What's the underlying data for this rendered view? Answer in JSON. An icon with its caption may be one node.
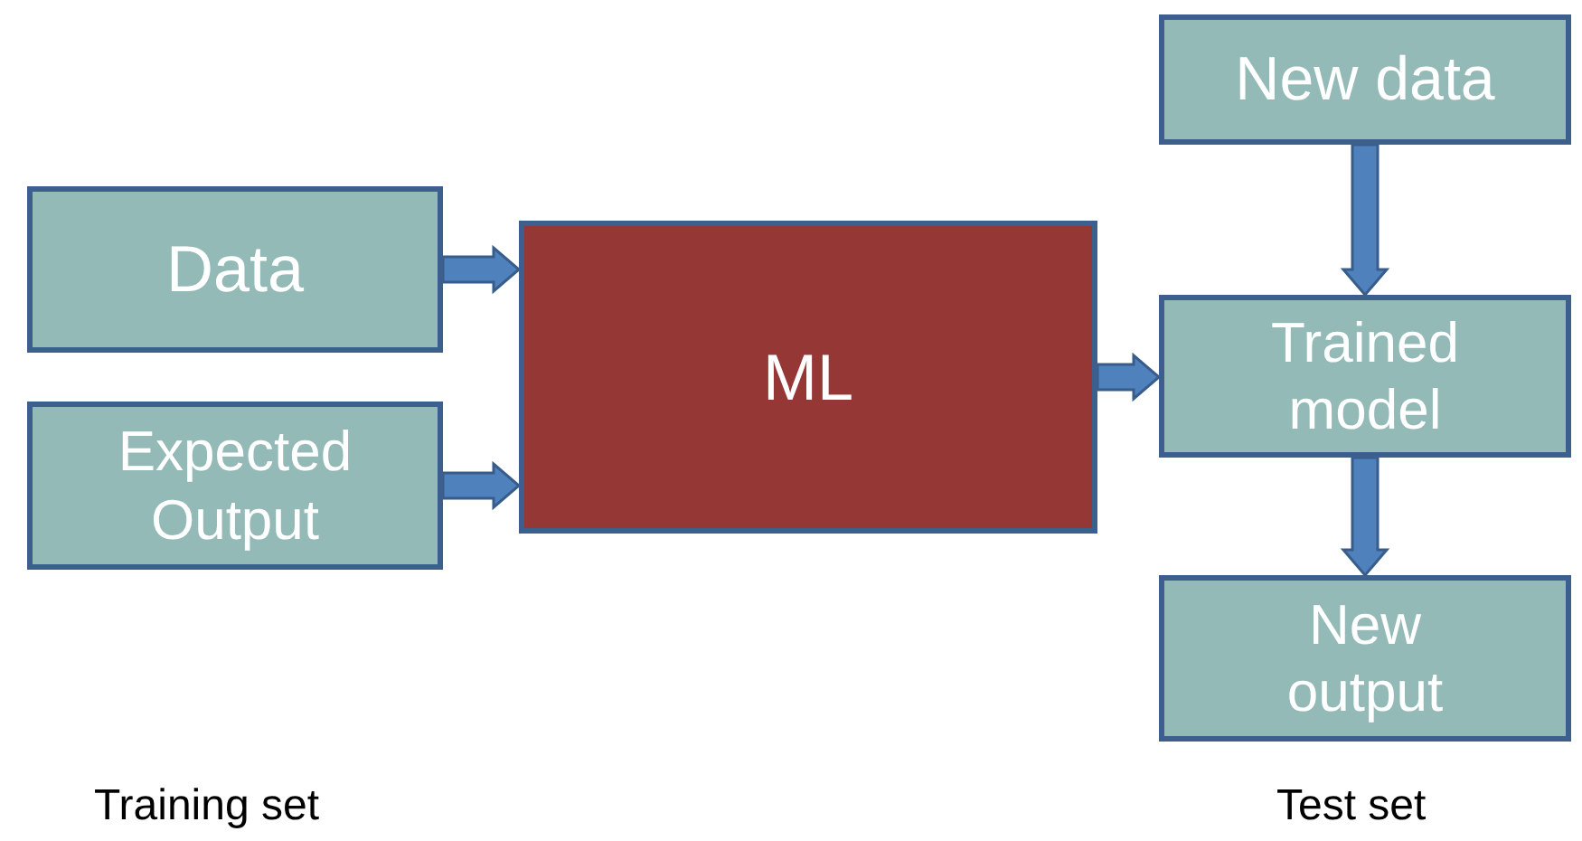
{
  "diagram": {
    "nodes": [
      {
        "text": [
          "Data"
        ]
      },
      {
        "text": [
          "Expected Output"
        ]
      },
      {
        "text": [
          "ML"
        ]
      },
      {
        "text": [
          "New data"
        ]
      },
      {
        "text": [
          "Trained model"
        ]
      },
      {
        "text": [
          "New output"
        ]
      }
    ],
    "edges": [
      {
        "from": 0,
        "to": 2,
        "arrow": "to"
      },
      {
        "from": 1,
        "to": 2,
        "arrow": "to"
      },
      {
        "from": 2,
        "to": 4,
        "arrow": "to"
      },
      {
        "from": 3,
        "to": 4,
        "arrow": "to"
      },
      {
        "from": 4,
        "to": 5,
        "arrow": "to"
      }
    ],
    "labels": [
      "Training set",
      "Test set"
    ]
  }
}
